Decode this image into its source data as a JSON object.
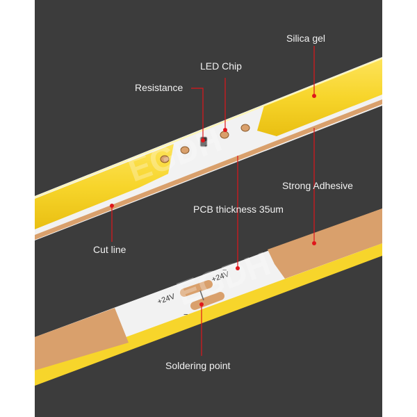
{
  "labels": {
    "silica_gel": "Silica gel",
    "led_chip": "LED Chip",
    "resistance": "Resistance",
    "strong_adhesive": "Strong Adhesive",
    "pcb_thickness": "PCB thickness 35um",
    "cut_line": "Cut line",
    "soldering_point": "Soldering point"
  },
  "pad_markings": {
    "left": "+24V",
    "right": "+24V",
    "minus_left": "−",
    "minus_right": "−"
  },
  "watermark": "EGDH",
  "colors": {
    "background": "#3c3c3c",
    "silicone_yellow": "#f7d52b",
    "pcb_white": "#f0f0f0",
    "adhesive_tan": "#d9a06c",
    "leader_red": "#e0161b",
    "label_text": "#f2f2f2"
  }
}
